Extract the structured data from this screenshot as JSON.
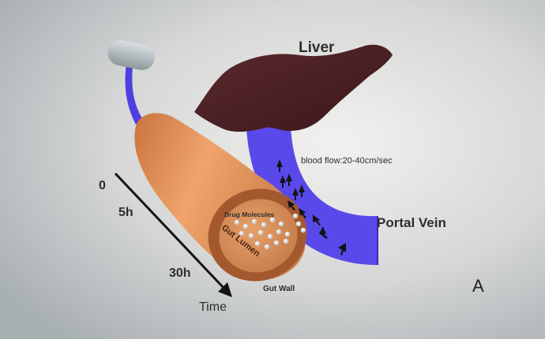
{
  "labels": {
    "liver": "Liver",
    "portal_vein": "Portal Vein",
    "blood_flow": "blood flow:20-40cm/sec",
    "drug_molecules": "Drug Molecules",
    "gut_lumen": "Gut Lumen",
    "gut_wall": "Gut Wall",
    "time_axis": "Time",
    "time_0": "0",
    "time_5": "5h",
    "time_30": "30h",
    "panel": "A"
  },
  "colors": {
    "liver": "#4a1f24",
    "portal_vein": "#4f3ee0",
    "gut_outer": "#e39a62",
    "gut_wall": "#a4582e",
    "lumen": "#d98e58",
    "capsule": "#b7c0c4",
    "arrow": "#141414",
    "molecule": "#f2f2f2"
  }
}
